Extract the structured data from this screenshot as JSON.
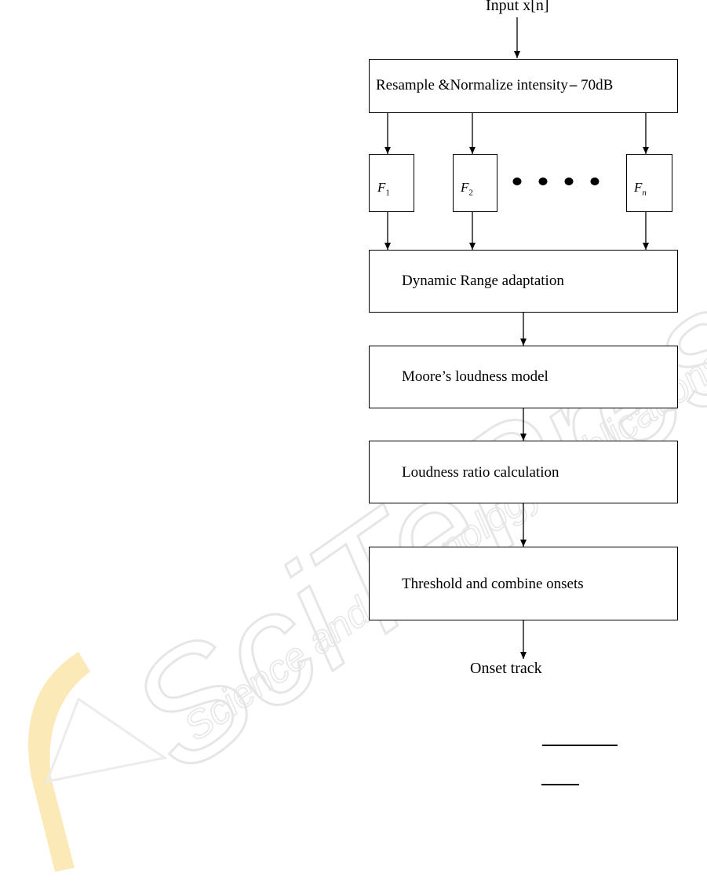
{
  "diagram": {
    "input_label": "Input x[n]",
    "resample_label": "Resample &Normalize  intensity",
    "resample_suffix": "70dB",
    "filters": [
      {
        "name": "F",
        "sub": "1"
      },
      {
        "name": "F",
        "sub": "2"
      },
      {
        "name": "F",
        "sub": "n"
      }
    ],
    "dynamic_range_label": "Dynamic Range adaptation",
    "loudness_model_label": "Moore’s loudness model",
    "loudness_ratio_label": "Loudness ratio calculation",
    "threshold_label": "Threshold and combine onsets",
    "output_label": "Onset track"
  },
  "watermark": {
    "main_text": "SciTePress",
    "sub_text": "Science and Technology Publications",
    "colors": {
      "text": "#e9e9e9",
      "logo_yellow": "#fbeab8",
      "logo_orange": "#f6d39a"
    }
  }
}
